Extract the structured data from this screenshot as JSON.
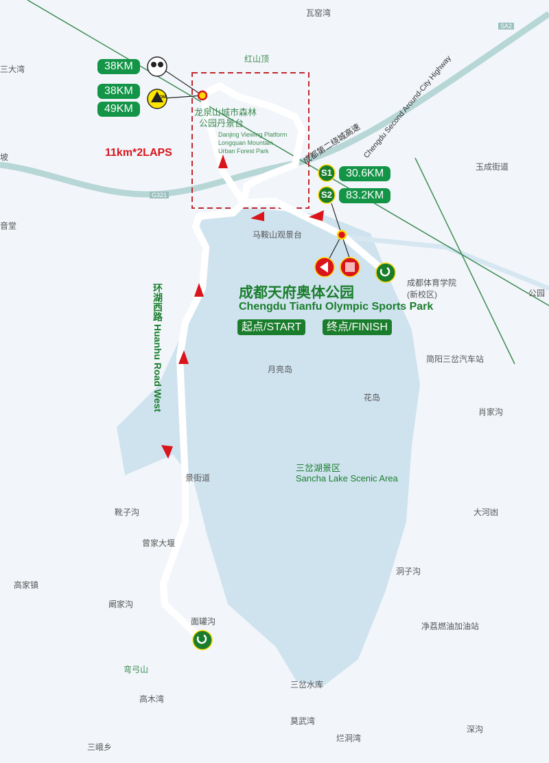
{
  "colors": {
    "route": "#139447",
    "lake": "#cfe3ef",
    "river": "#b7d6d6",
    "arrow": "#d9141b",
    "border": "#c0272d"
  },
  "km_badges": {
    "sprint_km": "38KM",
    "kom_km_1": "38KM",
    "kom_km_2": "49KM",
    "s1": "30.6KM",
    "s2": "83.2KM",
    "s1_label": "S1",
    "s2_label": "S2",
    "kom_label": "KOM"
  },
  "laps": "11km*2LAPS",
  "venue": {
    "name_cn": "成都天府奥体公园",
    "name_en": "Chengdu Tianfu Olympic Sports Park",
    "start": "起点/START",
    "finish": "终点/FINISH"
  },
  "road_west": "环湖西路 Huanhu Road West",
  "highway": {
    "name_cn": "成都第二绕城高速",
    "name_en": "Chengdu Second Around-City Highway",
    "sa2": "SA2",
    "g321": "G321"
  },
  "park": {
    "cn_1": "龙泉山城市森林",
    "cn_2": "公园丹景台",
    "en": [
      "Danjing Viewing Platform",
      "Longquan Mountain",
      "Urban Forest Park"
    ]
  },
  "places": [
    {
      "text": "瓦窑湾"
    },
    {
      "text": "红山顶"
    },
    {
      "text": "三大湾"
    },
    {
      "text": "坡"
    },
    {
      "text": "玉成街道"
    },
    {
      "text": "音堂"
    },
    {
      "text": "马鞍山观景台"
    },
    {
      "text": "成都体育学院"
    },
    {
      "text": "(新校区)"
    },
    {
      "text": "公园"
    },
    {
      "text": "简阳三岔汽车站"
    },
    {
      "text": "月亮岛"
    },
    {
      "text": "花岛"
    },
    {
      "text": "肖家沟"
    },
    {
      "text": "三岔湖景区"
    },
    {
      "text": "Sancha Lake Scenic Area"
    },
    {
      "text": "景街道"
    },
    {
      "text": "靴子沟"
    },
    {
      "text": "大河凼"
    },
    {
      "text": "曾家大堰"
    },
    {
      "text": "洞子沟"
    },
    {
      "text": "高家镇"
    },
    {
      "text": "阚家沟"
    },
    {
      "text": "面罐沟"
    },
    {
      "text": "净荔燃油加油站"
    },
    {
      "text": "弯弓山"
    },
    {
      "text": "三岔水库"
    },
    {
      "text": "高木湾"
    },
    {
      "text": "莫武湾"
    },
    {
      "text": "深沟"
    },
    {
      "text": "烂洞湾"
    },
    {
      "text": "三峨乡"
    }
  ]
}
